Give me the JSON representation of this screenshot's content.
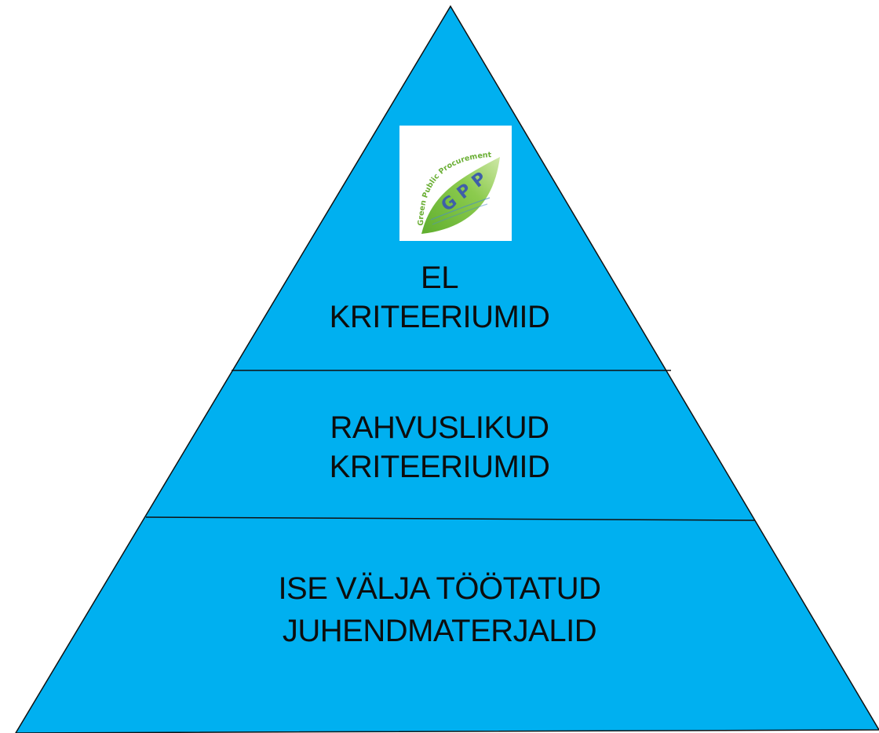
{
  "pyramid": {
    "fill_color": "#00B0F0",
    "outline_color": "#111111",
    "tiers": [
      {
        "line1": "EL",
        "line2": "KRITEERIUMID"
      },
      {
        "line1": "RAHVUSLIKUD",
        "line2": "KRITEERIUMID"
      },
      {
        "line1": "ISE VÄLJA TÖÖTATUD",
        "line2": "JUHENDMATERJALID"
      }
    ]
  },
  "logo": {
    "arc_text": "Green Public Procurement",
    "letters": "GPP",
    "leaf_color": "#7CC242",
    "letter_color": "#3F5FA8"
  }
}
